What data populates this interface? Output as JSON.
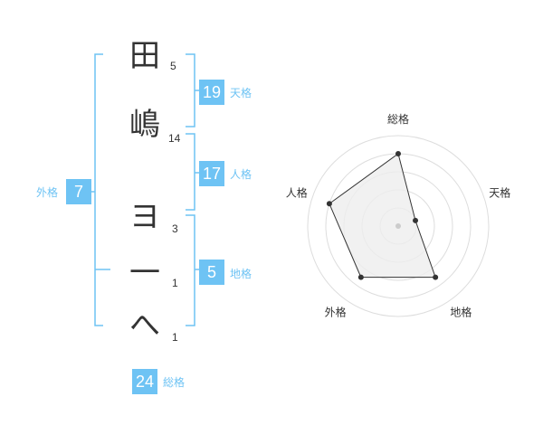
{
  "chars": [
    {
      "char": "田",
      "strokes": "5"
    },
    {
      "char": "嶋",
      "strokes": "14"
    },
    {
      "char": "ヨ",
      "strokes": "3"
    },
    {
      "char": "一",
      "strokes": "1"
    },
    {
      "char": "へ",
      "strokes": "1"
    }
  ],
  "fortune": {
    "tenkaku": {
      "label": "天格",
      "value": "19"
    },
    "jinkaku": {
      "label": "人格",
      "value": "17"
    },
    "chikaku": {
      "label": "地格",
      "value": "5"
    },
    "gaikaku": {
      "label": "外格",
      "value": "7"
    },
    "soukaku": {
      "label": "総格",
      "value": "24"
    }
  },
  "chart_data": {
    "type": "radar",
    "axes": [
      "総格",
      "天格",
      "地格",
      "外格",
      "人格"
    ],
    "values": [
      4,
      1,
      3.5,
      3.5,
      4
    ],
    "max": 5,
    "grid_rings": 5,
    "colors": {
      "accent": "#6ec3f4",
      "fill": "#eeeeee",
      "line": "#333333",
      "grid": "#dddddd"
    }
  }
}
